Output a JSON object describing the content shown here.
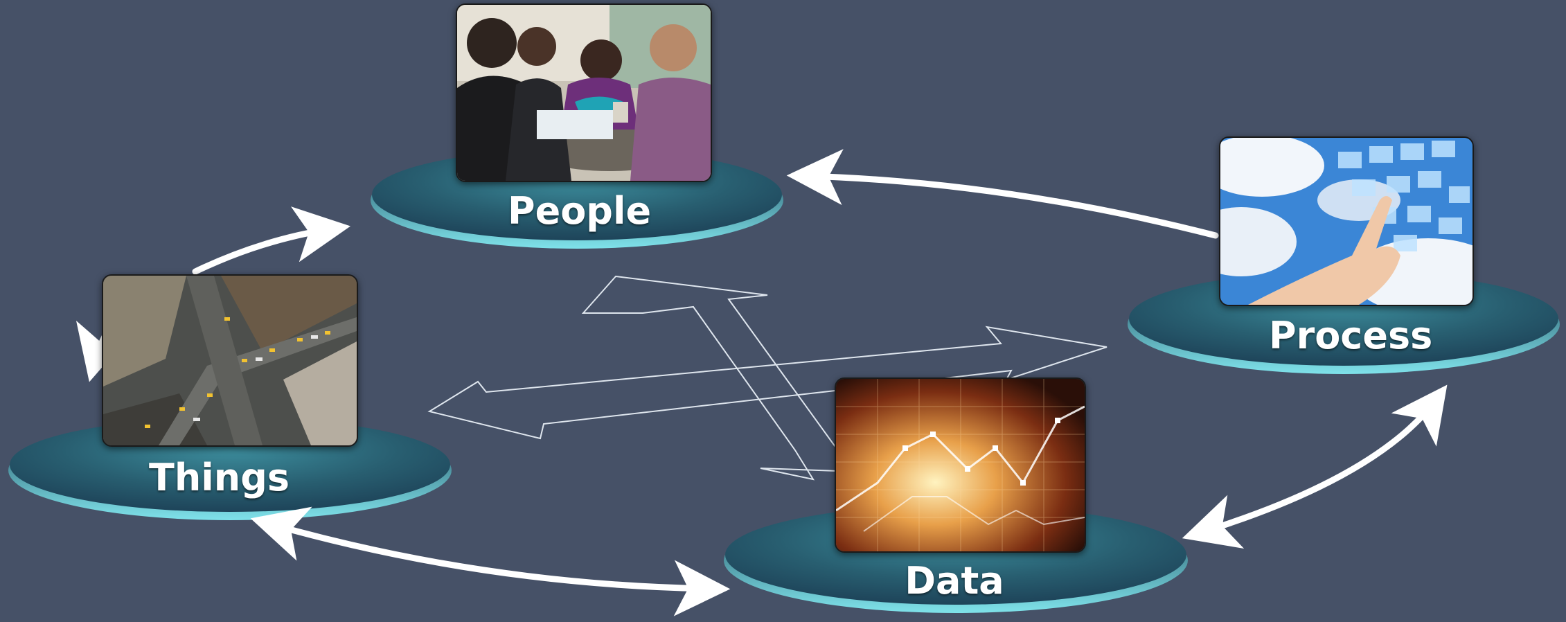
{
  "nodes": [
    {
      "id": "people",
      "label": "People",
      "image": "people-meeting-photo"
    },
    {
      "id": "process",
      "label": "Process",
      "image": "touch-screen-clouds-photo"
    },
    {
      "id": "things",
      "label": "Things",
      "image": "city-intersection-photo"
    },
    {
      "id": "data",
      "label": "Data",
      "image": "data-chart-photo"
    }
  ],
  "colors": {
    "background": "#465167",
    "platform_top": "#2d6f80",
    "platform_edge": "#6fd6e0",
    "arrow": "#ffffff"
  }
}
